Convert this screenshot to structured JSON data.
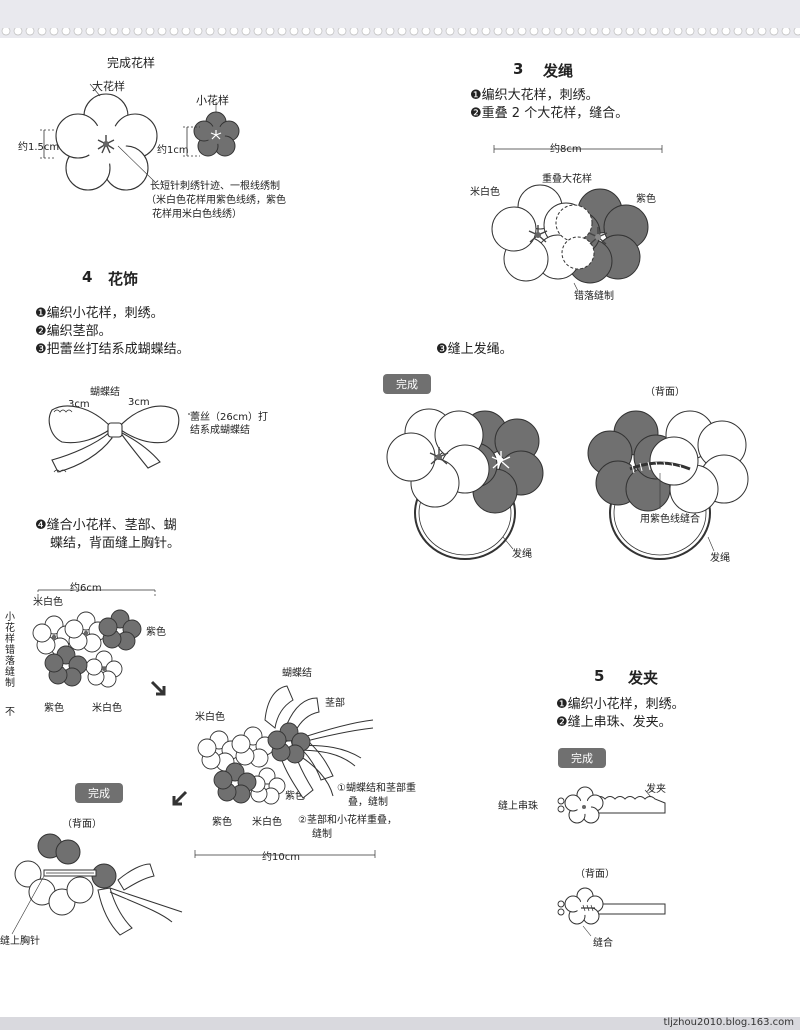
{
  "finished_pattern": {
    "title": "完成花样",
    "large_flower": "大花样",
    "small_flower": "小花样",
    "size_large": "约1.5cm",
    "size_small": "约1cm",
    "note_line1": "长短针刺绣针迹、一根线绣制",
    "note_line2": "（米白色花样用紫色线绣，紫色",
    "note_line3": "花样用米白色线绣）"
  },
  "section3": {
    "number": "3",
    "title": "发绳",
    "steps": [
      "❶编织大花样，刺绣。",
      "❷重叠 2 个大花样，缝合。"
    ],
    "width": "约8cm",
    "label_overlap": "重叠大花样",
    "label_offwhite": "米白色",
    "label_purple": "紫色",
    "label_stitch": "错落缝制",
    "step3": "❸缝上发绳。",
    "badge_done": "完成",
    "back_label": "（背面）",
    "label_hairtie": "发绳",
    "label_hairtie2": "发绳",
    "label_purple_stitch": "用紫色线缝合"
  },
  "section4": {
    "number": "4",
    "title": "花饰",
    "steps": [
      "❶编织小花样，刺绣。",
      "❷编织茎部。",
      "❸把蕾丝打结系成蝴蝶结。"
    ],
    "bow_label": "蝴蝶结",
    "bow_3cm_left": "3cm",
    "bow_3cm_right": "3cm",
    "lace_note_1": "蕾丝（26cm）打",
    "lace_note_2": "结系成蝴蝶结",
    "step4_line1": "❹缝合小花样、茎部、蝴",
    "step4_line2": "蝶结，背面缝上胸针。",
    "width6": "约6cm",
    "label_offwhite_a": "米白色",
    "label_purple_a": "紫色",
    "label_purple_b": "紫色",
    "label_offwhite_b": "米白色",
    "vertical_note": "小花样错落缝制",
    "vertical_cut": "不",
    "bow_label2": "蝴蝶结",
    "stem_label": "茎部",
    "label_offwhite_c": "米白色",
    "label_purple_c": "紫色",
    "label_purple_d": "紫色",
    "label_offwhite_d": "米白色",
    "note1_a": "①蝴蝶结和茎部重",
    "note1_b": "叠，缝制",
    "note2_a": "②茎部和小花样重叠，",
    "note2_b": "缝制",
    "width10": "约10cm",
    "badge_done": "完成",
    "back_label": "（背面）",
    "brooch_label": "缝上胸针"
  },
  "section5": {
    "number": "5",
    "title": "发夹",
    "steps": [
      "❶编织小花样，刺绣。",
      "❷缝上串珠、发夹。"
    ],
    "badge_done": "完成",
    "label_clip": "发夹",
    "label_beads": "缝上串珠",
    "back_label": "（背面）",
    "label_sew": "缝合"
  },
  "footer": {
    "source": "tljzhou2010.blog.163.com"
  }
}
